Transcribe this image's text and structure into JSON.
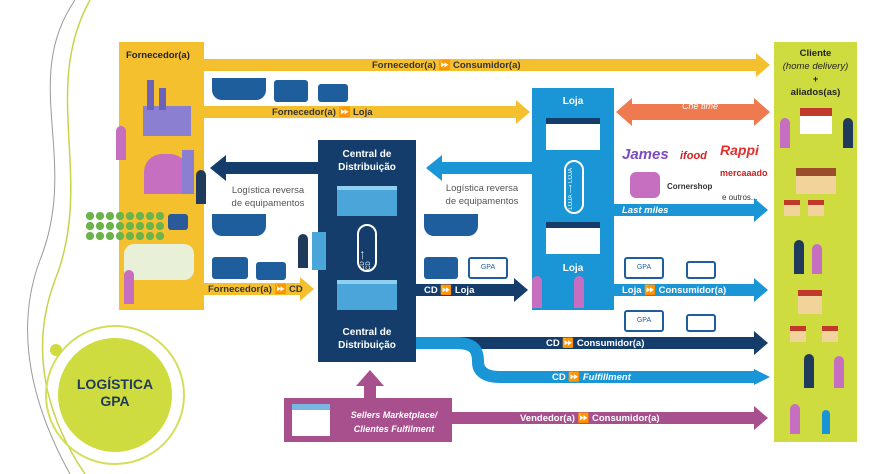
{
  "supplier": {
    "title": "Fornecedor(a)"
  },
  "client": {
    "title": "Cliente",
    "home_delivery": "(home delivery)",
    "plus": "+",
    "allies": "aliados(as)"
  },
  "logo": {
    "line1": "LOGÍSTICA",
    "line2": "GPA"
  },
  "dc": {
    "top_line1": "Central de",
    "top_line2": "Distribuição",
    "bottom_line1": "Central de",
    "bottom_line2": "Distribuição",
    "arrow_text": "CD ⟶ CD"
  },
  "store": {
    "top": "Loja",
    "bottom": "Loja",
    "arrow_text": "LOJA ⟶ LOJA"
  },
  "sellers": {
    "line1": "Sellers Marketplace/",
    "line2": "Clientes ",
    "line2_italic": "Fulfilment"
  },
  "flows": {
    "supplier_consumer": "Fornecedor(a) ⏩ Consumidor(a)",
    "supplier_store": "Fornecedor(a) ⏩ Loja",
    "supplier_cd": "Fornecedor(a) ⏩ CD",
    "cd_store": "CD ⏩ Loja",
    "store_consumer": "Loja ⏩ Consumidor(a)",
    "cd_consumer": "CD ⏩ Consumidor(a)",
    "cd_fulfillment_prefix": "CD ⏩ ",
    "cd_fulfillment_italic": "Fulfillment",
    "seller_consumer": "Vendedor(a) ⏩ Consumidor(a)",
    "last_miles": "Last miles"
  },
  "reverse": {
    "left_line1": "Logística reversa",
    "left_line2": "de equipamentos",
    "right_line1": "Logística reversa",
    "right_line2": "de equipamentos"
  },
  "partners": {
    "che_time": "Chê time",
    "james": "James",
    "ifood": "ifood",
    "rappi": "Rappi",
    "cornershop": "Cornershop",
    "mercado": "mercaaado",
    "others": "e outros...",
    "gpa_truck": "GPA"
  },
  "colors": {
    "yellow": "#f4c02e",
    "navy": "#143d6b",
    "blue": "#1a96d6",
    "lime": "#cfdc3f",
    "purple": "#a84f8e",
    "orange": "#ef7a4f"
  }
}
